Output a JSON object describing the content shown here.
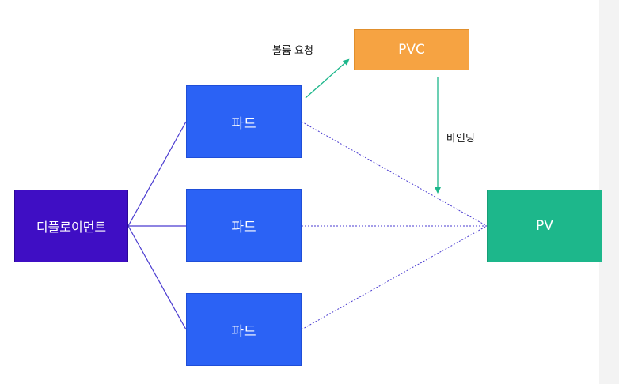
{
  "diagram": {
    "deployment_label": "디플로이먼트",
    "pods": [
      {
        "label": "파드"
      },
      {
        "label": "파드"
      },
      {
        "label": "파드"
      }
    ],
    "pvc_label": "PVC",
    "pv_label": "PV",
    "volume_request_label": "볼륨 요청",
    "binding_label": "바인딩"
  },
  "colors": {
    "deployment": "#3f0ec4",
    "pod": "#2b62f5",
    "pvc": "#f6a342",
    "pv": "#1db78b",
    "connector": "#4a3bd0",
    "request_arrow": "#1db78b"
  }
}
